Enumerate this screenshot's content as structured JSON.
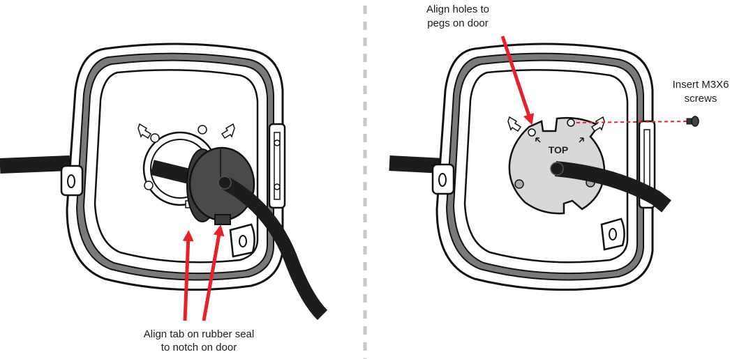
{
  "left_panel": {
    "caption_line1": "Align tab on rubber seal",
    "caption_line2": "to notch on door"
  },
  "right_panel": {
    "top_caption_line1": "Align holes to",
    "top_caption_line2": "pegs on door",
    "screw_caption_line1": "Insert M3X6",
    "screw_caption_line2": "screws",
    "plate_label": "TOP"
  },
  "colors": {
    "arrow": "#e8202a",
    "cable": "#1c1c1c",
    "frame_gray": "#7a7a7a",
    "plate": "#d8d8d8",
    "divider": "#c8c8c8"
  }
}
